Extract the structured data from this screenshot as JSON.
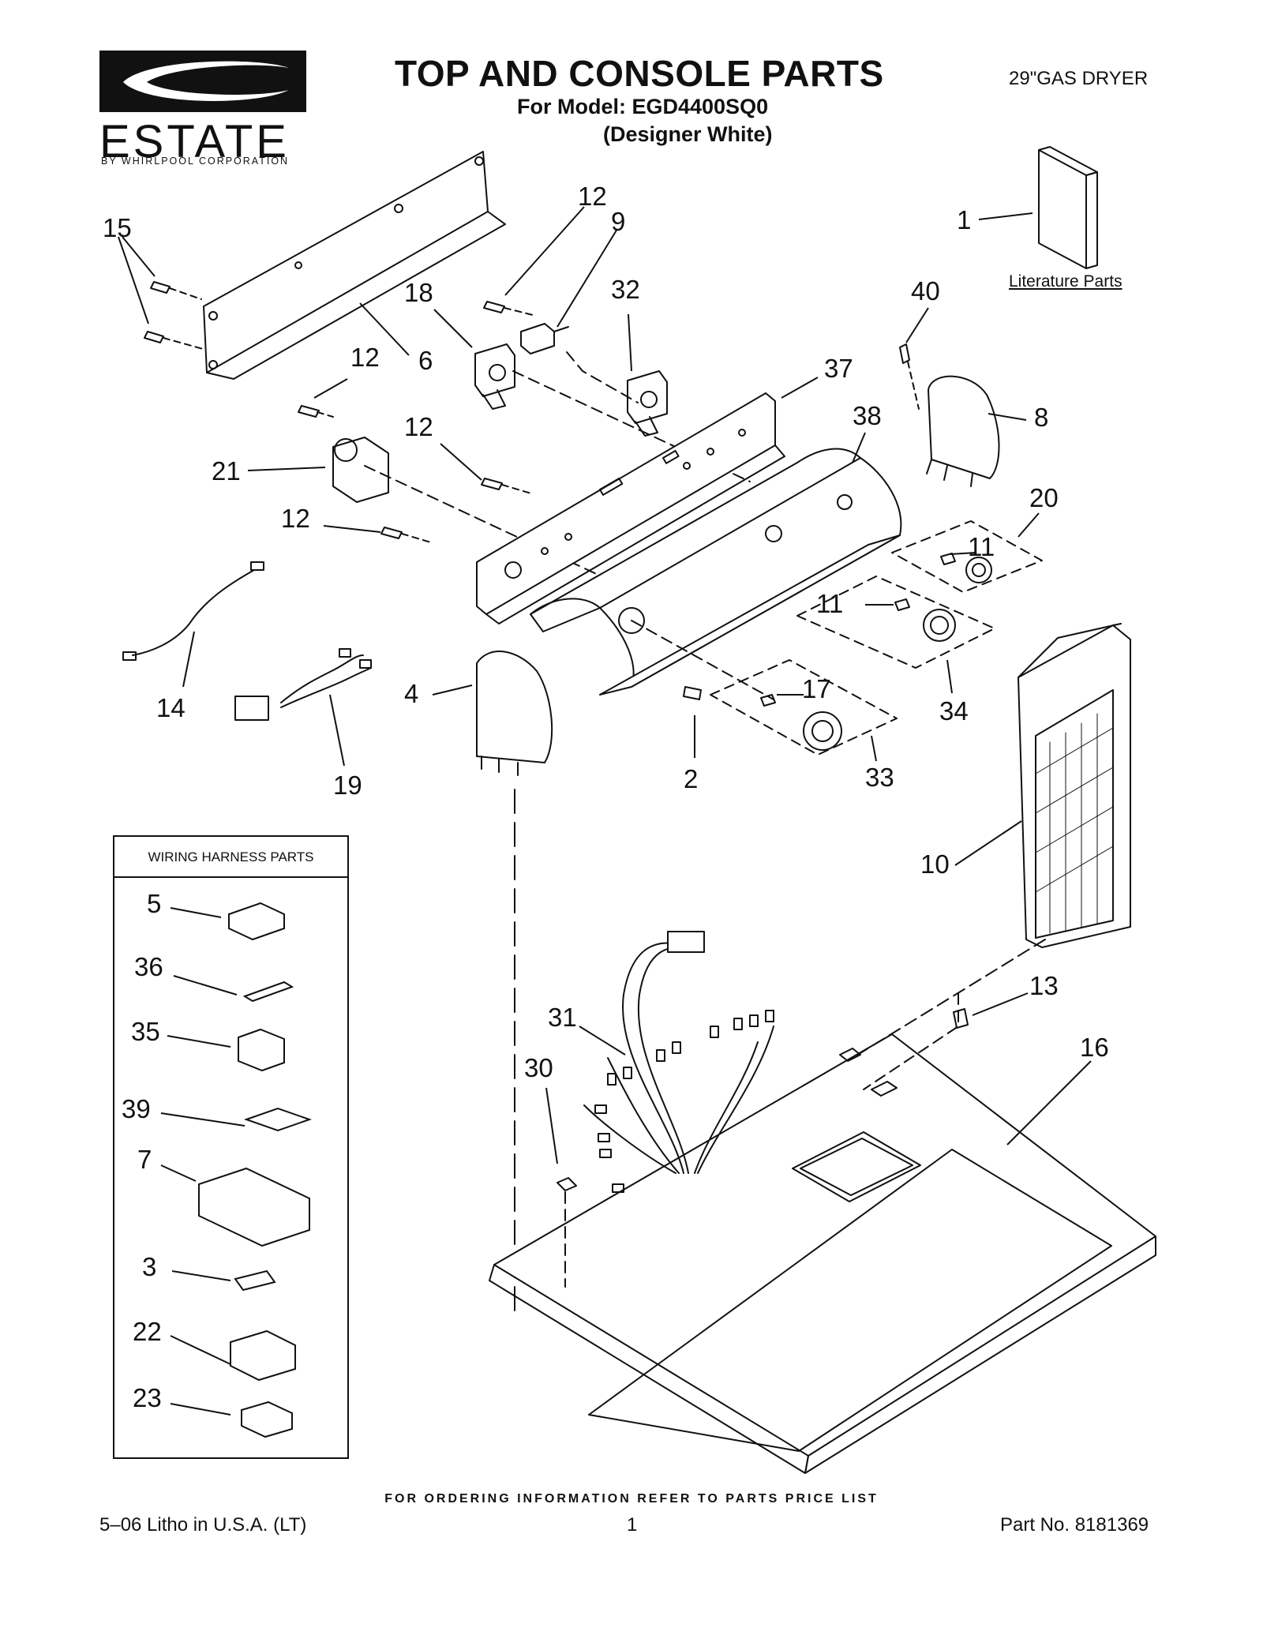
{
  "header": {
    "title": "TOP AND CONSOLE PARTS",
    "model_line": "For Model: EGD4400SQ0",
    "variant": "(Designer White)",
    "product_type": "29\"GAS DRYER"
  },
  "logo": {
    "word": "ESTATE",
    "subtitle": "BY WHIRLPOOL CORPORATION"
  },
  "literature_label": "Literature Parts",
  "harness_box": {
    "title": "WIRING HARNESS PARTS"
  },
  "callouts": {
    "c1": "1",
    "c2": "2",
    "c3": "3",
    "c4": "4",
    "c5": "5",
    "c6": "6",
    "c7": "7",
    "c8": "8",
    "c9": "9",
    "c10": "10",
    "c11a": "11",
    "c11b": "11",
    "c12a": "12",
    "c12b": "12",
    "c12c": "12",
    "c12d": "12",
    "c13": "13",
    "c14": "14",
    "c15": "15",
    "c16": "16",
    "c17": "17",
    "c18": "18",
    "c19": "19",
    "c20": "20",
    "c21": "21",
    "c22": "22",
    "c23": "23",
    "c30": "30",
    "c31": "31",
    "c32": "32",
    "c33": "33",
    "c34": "34",
    "c35": "35",
    "c36": "36",
    "c37": "37",
    "c38": "38",
    "c39": "39",
    "c40": "40"
  },
  "footer": {
    "note": "FOR ORDERING INFORMATION REFER TO PARTS PRICE LIST",
    "left": "5–06 Litho in U.S.A. (LT)",
    "page": "1",
    "right": "Part No. 8181369"
  }
}
